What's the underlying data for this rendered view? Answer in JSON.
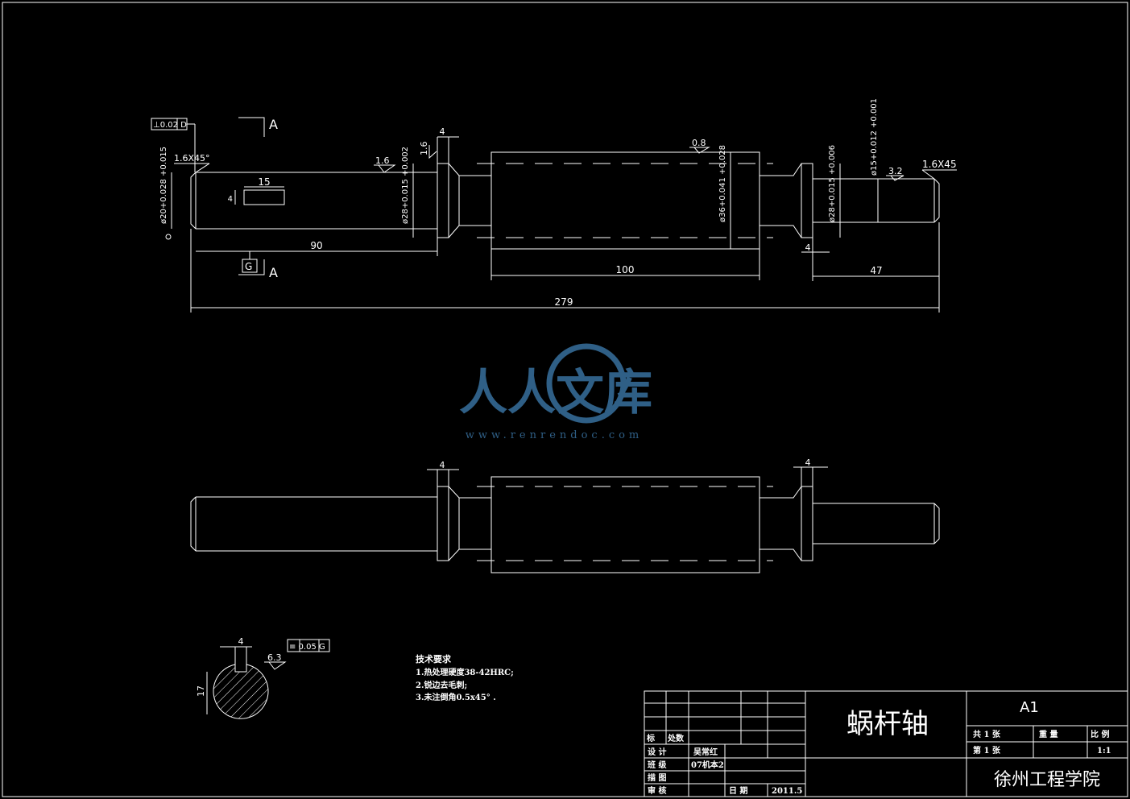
{
  "views": {
    "main": {
      "dim_total": "279",
      "dim_left_section": "90",
      "dim_middle": "100",
      "dim_right": "47",
      "dim_shoulder_left": "4",
      "dim_shoulder_right": "4",
      "keyway_length": "15",
      "keyway_width": "4",
      "chamfer_left": "1.6X45°",
      "chamfer_right": "1.6X45",
      "rough_left": "1.6",
      "rough_shoulder": "1.6",
      "rough_middle": "0.8",
      "rough_right": "3.2",
      "dia_left": "ø20+0.028 +0.015",
      "dia_28_left": "ø28+0.015 +0.002",
      "dia_36": "ø36+0.041 +0.028",
      "dia_28_right": "ø28+0.015 +0.006",
      "dia_15": "ø15+0.012 +0.001",
      "tolerance_frame": "⊥0.02 D",
      "datum_d": "D",
      "section_label_top": "A",
      "section_label_bottom": "A",
      "datum_g": "G"
    },
    "second": {
      "dim_shoulder_left": "4",
      "dim_shoulder_right": "4"
    },
    "section": {
      "dim_key_width": "4",
      "dim_depth": "17",
      "roughness": "6.3",
      "symmetry_frame": "≡ 0.05 G"
    }
  },
  "tech_requirements": {
    "title": "技术要求",
    "items": [
      "1.热处理硬度38-42HRC;",
      "2.锐边去毛刺;",
      "3.未注倒角0.5x45° ."
    ]
  },
  "watermark": {
    "text": "人人文库",
    "url": "www.renrendoc.com"
  },
  "title_block": {
    "part_name": "蜗杆轴",
    "sheet_size": "A1",
    "school": "徐州工程学院",
    "labels": {
      "mark": "标",
      "count": "处数",
      "design": "设 计",
      "class": "班 级",
      "draw": "描 图",
      "review": "审 核",
      "date": "日 期"
    },
    "designer": "吴常红",
    "class_name": "07机本2",
    "date": "2011.5",
    "total_sheets": "共 1 张",
    "sheet_no": "第 1 张",
    "weight_label": "重 量",
    "scale_label": "比 例",
    "scale": "1:1"
  }
}
